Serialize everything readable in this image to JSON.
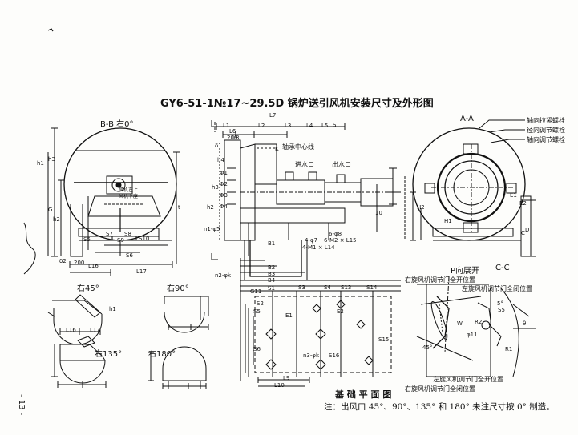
{
  "title": "GY6-51-1№17~29.5D 锅炉送引风机安装尺寸及外形图",
  "views": {
    "bb": "B-B 右0°",
    "aa": "A-A",
    "r45": "右45°",
    "r90": "右90°",
    "r135": "右135°",
    "r180": "右180°",
    "p_view": "P向展开",
    "cc": "C-C"
  },
  "labels": {
    "hub_center": "轴承中心线",
    "water_in": "进水口",
    "water_out": "出水口",
    "axial_bolt": "轴向拉紧螺栓",
    "radial_bolt": "径向调节螺栓",
    "axial_adj_bolt": "轴向调节螺栓",
    "right_damper_open": "右旋风机调节门全开位置",
    "left_damper_closed": "左旋风机调节门全闭位置",
    "left_damper_open": "左旋风机调节门全开位置",
    "right_damper_closed": "右旋风机调节门全闭位置",
    "note_upper": "风机左上",
    "note_lower": "风机下座"
  },
  "foundation": "基 础 平 面 图",
  "note": "注：出风口 45°、90°、135° 和 180° 未注尺寸按 0° 制造。",
  "page_number": "- 13 -",
  "dims_main": [
    "L7",
    "L1",
    "L2",
    "L3",
    "L4",
    "L5",
    "L6",
    "L8",
    "S",
    "K",
    "δ1",
    "200",
    "h4",
    "G11",
    "h3",
    "h2",
    "n1-φ5",
    "n2-φk",
    "B1",
    "B2",
    "B3",
    "B4",
    "S1",
    "S2",
    "S3",
    "S4",
    "S13",
    "S14",
    "4-M1 × L14",
    "4-φ7",
    "6-M2 × L15",
    "6-φ8",
    "n3-φk",
    "E1",
    "E2",
    "S5",
    "S6",
    "S15",
    "S16",
    "L9",
    "L10",
    "10",
    "Φ1",
    "Φ2",
    "Φ3",
    "Φ4"
  ],
  "dims_bb": [
    "S5",
    "S7",
    "S8",
    "S9",
    "S10",
    "S6",
    "L16",
    "L17",
    "δ2",
    "200",
    "G",
    "h1",
    "h2",
    "h3",
    "t"
  ],
  "dims_aa": [
    "E1",
    "E2",
    "H1",
    "H2",
    "C",
    "D"
  ],
  "dims_side": [
    "L16",
    "L17",
    "h1"
  ],
  "dims_cc": [
    "S5",
    "R2",
    "R1",
    "θ",
    "W",
    "φ11",
    "45°",
    "5°"
  ]
}
